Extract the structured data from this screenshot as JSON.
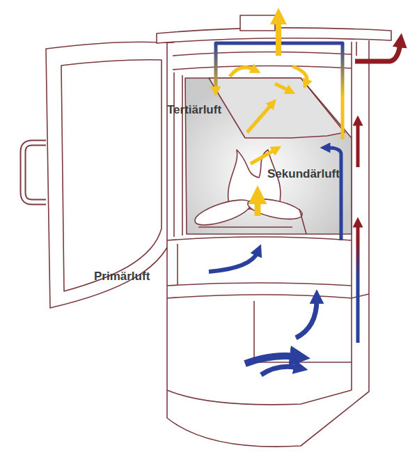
{
  "diagram": {
    "labels": [
      "Tertiärluft",
      "Sekundärluft",
      "Primärluft"
    ]
  }
}
